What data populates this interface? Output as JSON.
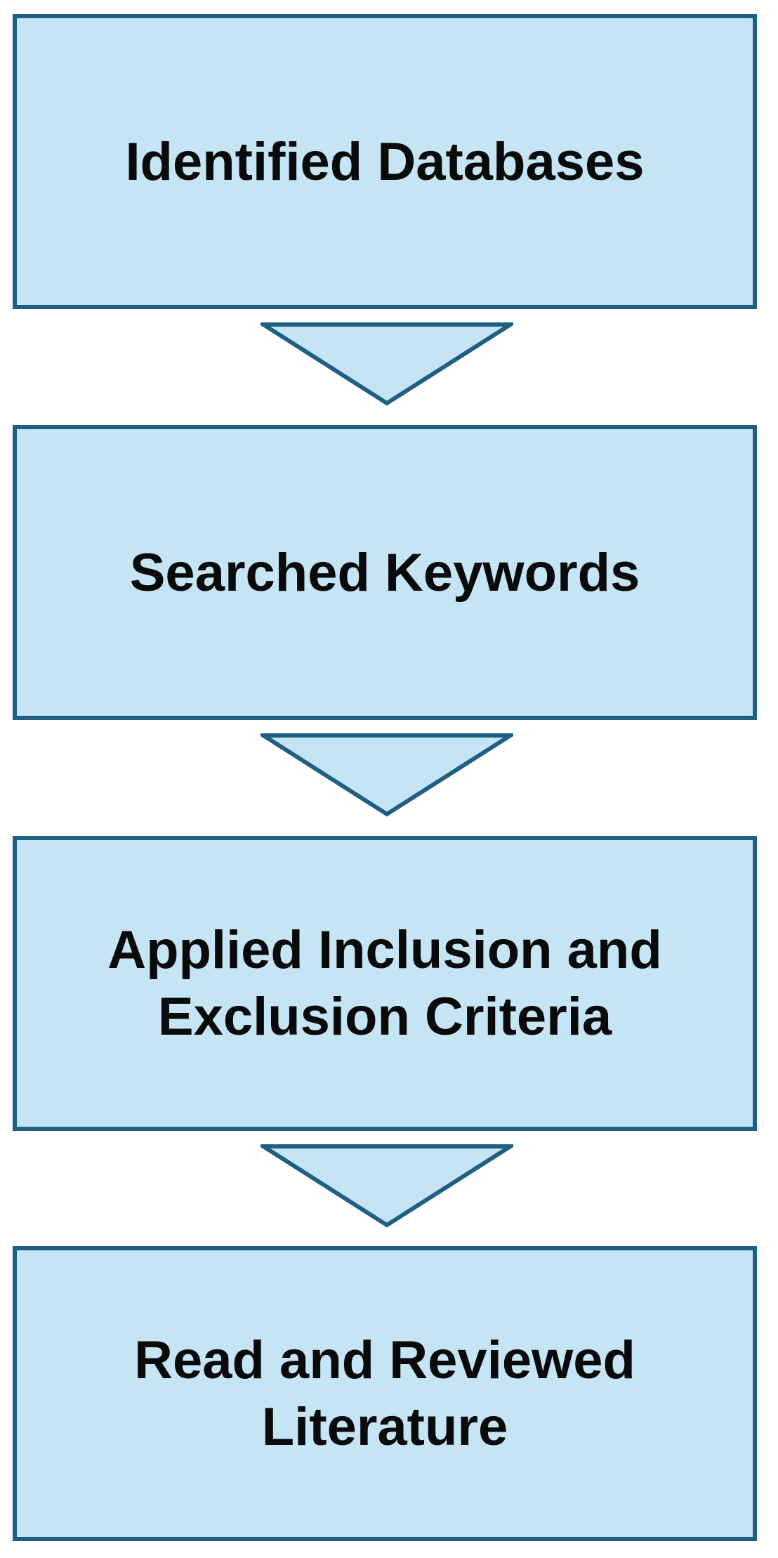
{
  "steps": [
    {
      "label": "Identified Databases"
    },
    {
      "label": "Searched Keywords"
    },
    {
      "label": "Applied Inclusion and\nExclusion Criteria"
    },
    {
      "label": "Read and Reviewed\nLiterature"
    }
  ],
  "colors": {
    "box_fill": "#c5e4f4",
    "box_border": "#1f5f82",
    "arrow_fill": "#c5e4f4",
    "arrow_stroke": "#1f5f82",
    "text": "#0a0a0a"
  }
}
